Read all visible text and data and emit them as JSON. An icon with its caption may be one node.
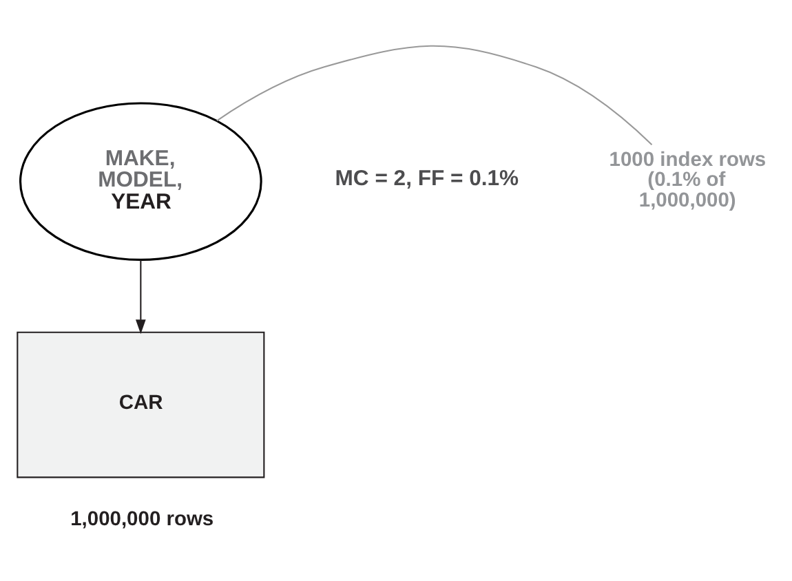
{
  "diagram": {
    "nodes": [
      {
        "text": [
          "MAKE, MODEL,",
          "YEAR"
        ]
      },
      {
        "text": [
          "CAR"
        ],
        "beside": [
          "1,000,000 rows"
        ]
      },
      {
        "text": [
          "1000 index rows (0.1% of 1,000,000)"
        ]
      }
    ],
    "edges": [
      {
        "from": 0,
        "to": 1,
        "arrow": "to"
      },
      {
        "from": 2,
        "to": 0,
        "arrow": "none",
        "color": "#999999"
      }
    ],
    "labels": [
      "MC = 2, FF = 0.1%"
    ]
  }
}
